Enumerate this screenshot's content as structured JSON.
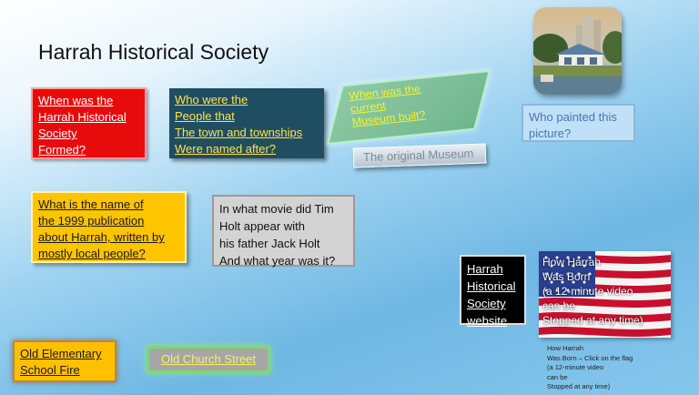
{
  "slide": {
    "title": "Harrah Historical Society",
    "buttons": {
      "formed": [
        "When was the",
        "Harrah Historical",
        "Society",
        "Formed?"
      ],
      "named": [
        "Who were the",
        "People that",
        "The town and townships",
        "Were named after?"
      ],
      "museum_built": [
        "When was the",
        "current",
        "Museum built?"
      ],
      "painted": [
        "Who painted this",
        "picture?"
      ],
      "original_museum": "The original Museum",
      "publication": [
        "What is the name of",
        "the 1999 publication",
        "about Harrah, written by",
        "mostly local people?"
      ],
      "movie": [
        "In what movie did Tim",
        "Holt appear with",
        "his father Jack Holt",
        "And what year was it?"
      ],
      "website": [
        "Harrah",
        "Historical",
        "Society",
        "website"
      ],
      "school_fire": [
        "Old Elementary",
        "School Fire"
      ],
      "church_street": "Old Church Street"
    },
    "flag_video": {
      "overlay_lines": [
        "How Harrah",
        "Was Born",
        "(a 12-minute video",
        "can be",
        "Stopped at any time)"
      ],
      "caption_lines": [
        "How Harrah",
        "Was Born – Click on the flag",
        "(a 12-minute video",
        "can be",
        "Stopped at any time)"
      ]
    },
    "icons": {
      "painting": "museum-painting-image",
      "flag": "american-flag-image"
    }
  }
}
